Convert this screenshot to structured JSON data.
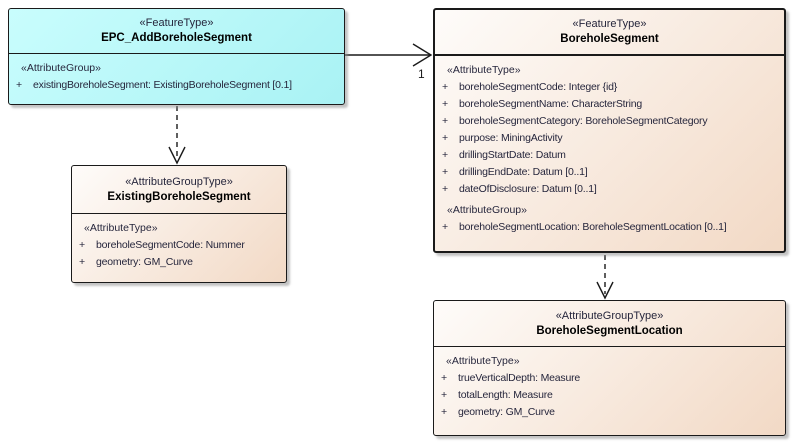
{
  "colors": {
    "cyan_fill_start": "#c9fdfd",
    "cyan_fill_end": "#a9f2f4",
    "tan_fill_start": "#fefcfa",
    "tan_fill_end": "#f2d9c5",
    "border": "#1a1a1a",
    "attr_text": "#26263c",
    "name_text": "#000000"
  },
  "classes": [
    {
      "stereotype": "«FeatureType»",
      "name": "EPC_AddBoreholeSegment",
      "sections": [
        {
          "label": "«AttributeGroup»",
          "rows": [
            {
              "vis": "+",
              "text": "existingBoreholeSegment: ExistingBoreholeSegment [0.1]"
            }
          ]
        }
      ]
    },
    {
      "stereotype": "«FeatureType»",
      "name": "BoreholeSegment",
      "sections": [
        {
          "label": "«AttributeType»",
          "rows": [
            {
              "vis": "+",
              "text": "boreholeSegmentCode: Integer {id}"
            },
            {
              "vis": "+",
              "text": "boreholeSegmentName: CharacterString"
            },
            {
              "vis": "+",
              "text": "boreholeSegmentCategory: BoreholeSegmentCategory"
            },
            {
              "vis": "+",
              "text": "purpose: MiningActivity"
            },
            {
              "vis": "+",
              "text": "drillingStartDate: Datum"
            },
            {
              "vis": "+",
              "text": "drillingEndDate: Datum [0..1]"
            },
            {
              "vis": "+",
              "text": "dateOfDisclosure: Datum [0..1]"
            }
          ]
        },
        {
          "label": "«AttributeGroup»",
          "rows": [
            {
              "vis": "+",
              "text": "boreholeSegmentLocation: BoreholeSegmentLocation [0..1]"
            }
          ]
        }
      ]
    },
    {
      "stereotype": "«AttributeGroupType»",
      "name": "ExistingBoreholeSegment",
      "sections": [
        {
          "label": "«AttributeType»",
          "rows": [
            {
              "vis": "+",
              "text": "boreholeSegmentCode: Nummer"
            },
            {
              "vis": "+",
              "text": "geometry: GM_Curve"
            }
          ]
        }
      ]
    },
    {
      "stereotype": "«AttributeGroupType»",
      "name": "BoreholeSegmentLocation",
      "sections": [
        {
          "label": "«AttributeType»",
          "rows": [
            {
              "vis": "+",
              "text": "trueVerticalDepth: Measure"
            },
            {
              "vis": "+",
              "text": "totalLength: Measure"
            },
            {
              "vis": "+",
              "text": "geometry: GM_Curve"
            }
          ]
        }
      ]
    }
  ],
  "connectors": {
    "association": {
      "multiplicity": "1",
      "style": "solid-open-arrow"
    },
    "dependency_left": {
      "style": "dashed-open-arrow"
    },
    "dependency_right": {
      "style": "dashed-open-arrow"
    }
  }
}
